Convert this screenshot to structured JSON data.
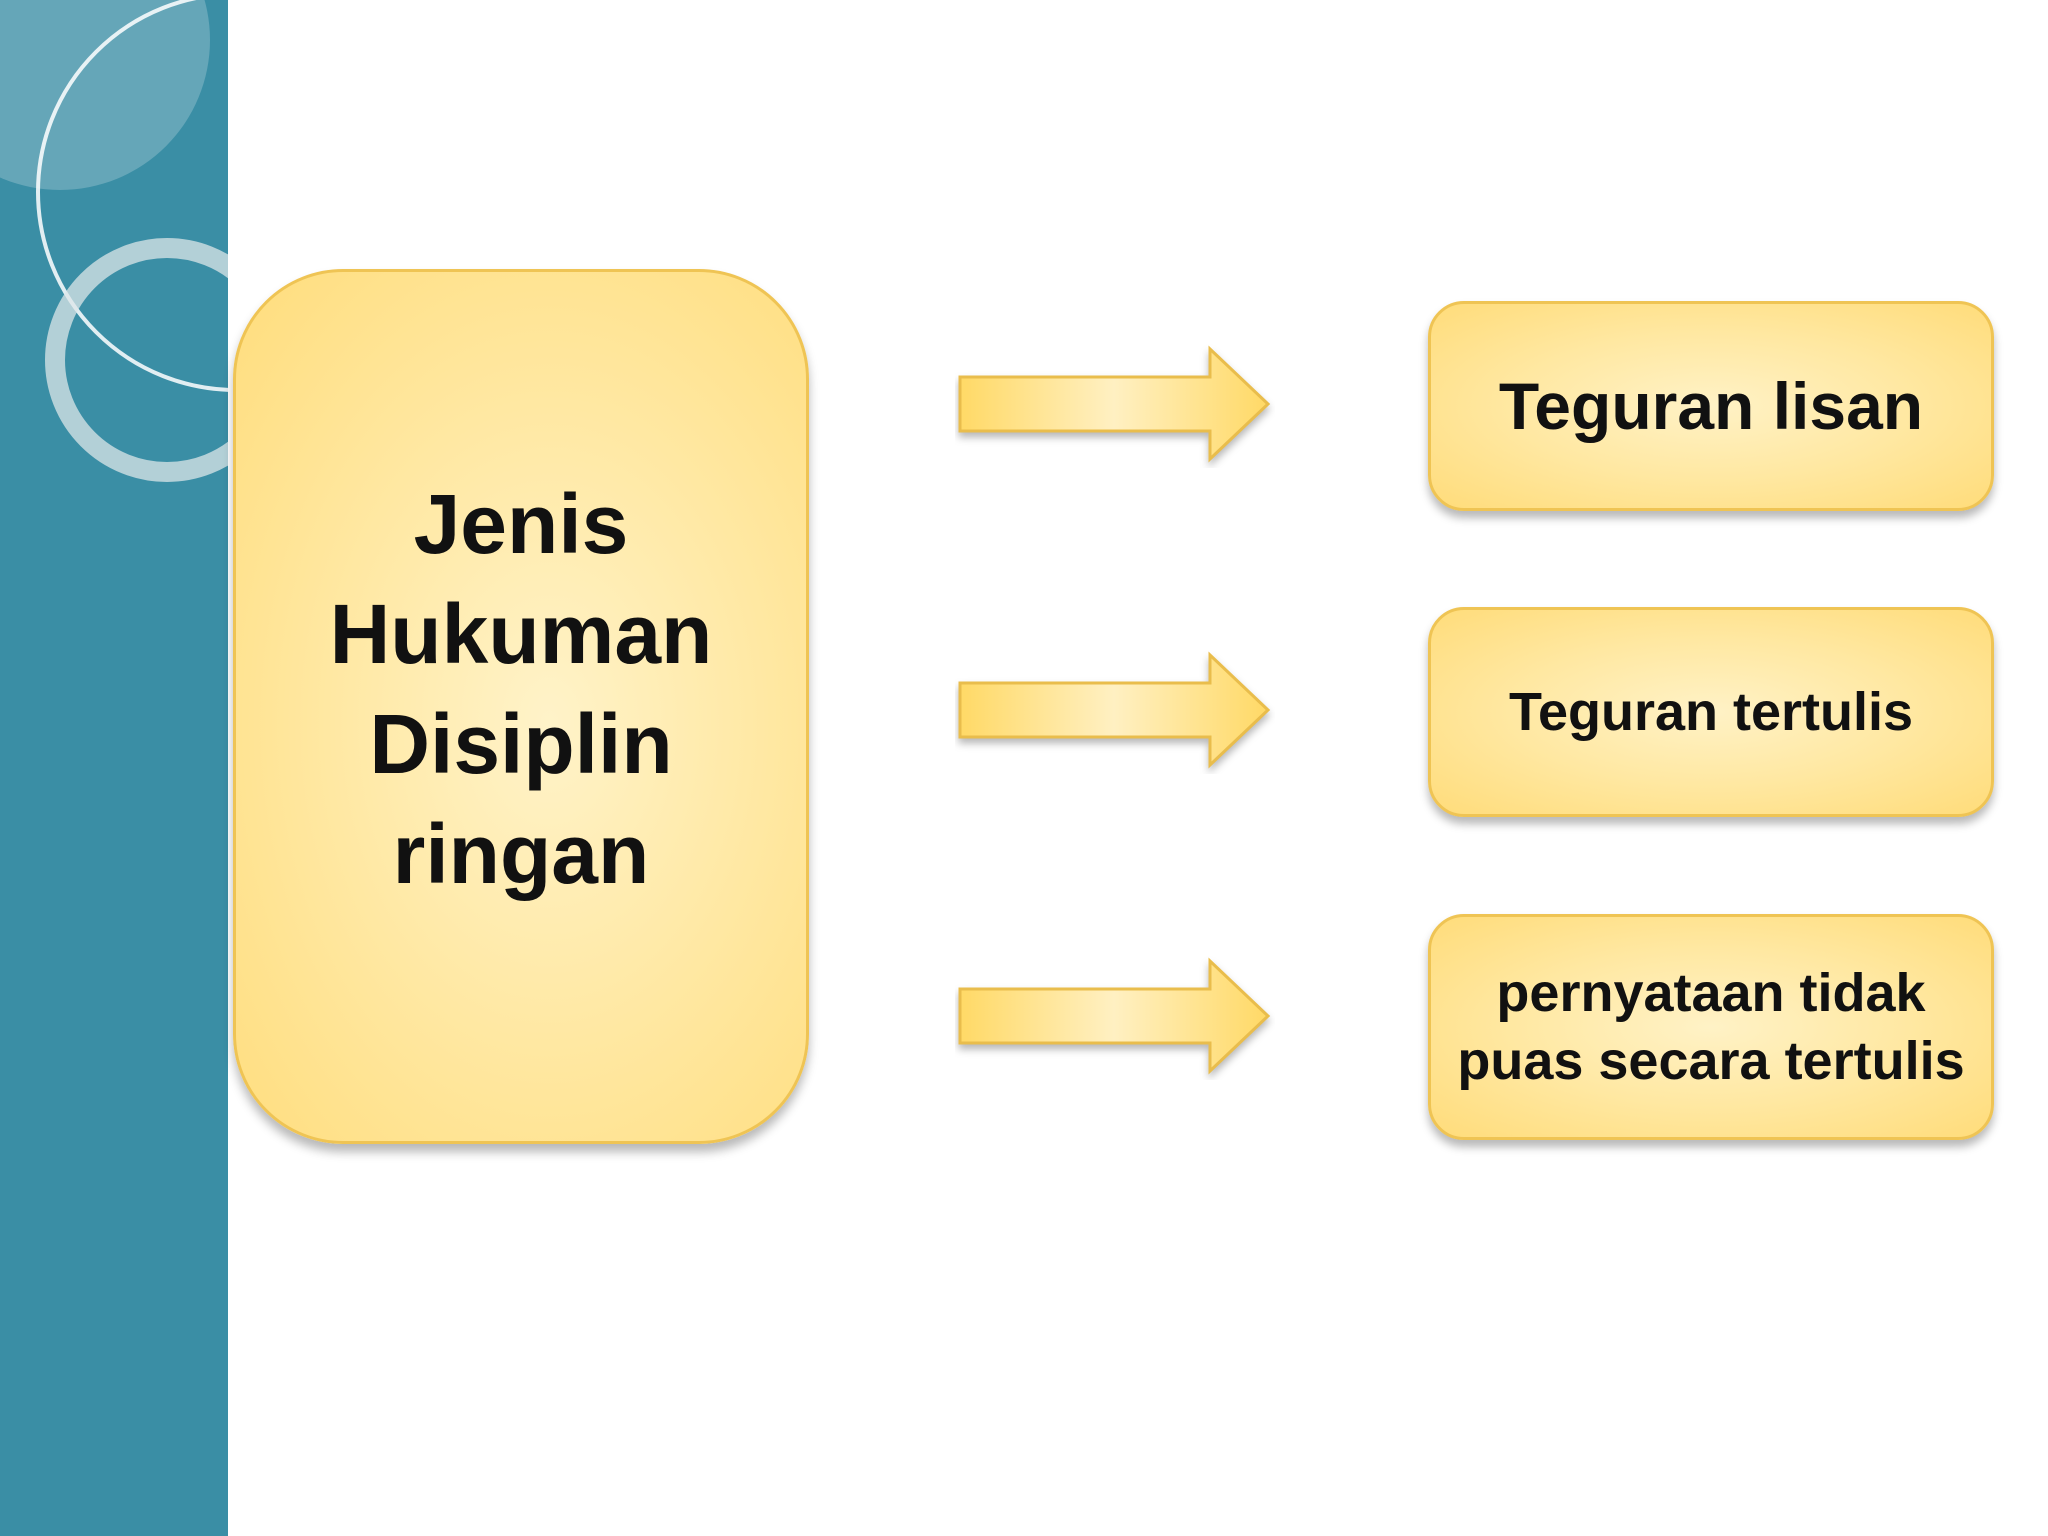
{
  "diagram": {
    "root": {
      "label": "Jenis\nHukuman\nDisiplin\nringan"
    },
    "items": [
      {
        "label": "Teguran lisan"
      },
      {
        "label": "Teguran tertulis"
      },
      {
        "label": "pernyataan tidak puas secara tertulis"
      }
    ]
  },
  "colors": {
    "sidebar": "#3a8ea5",
    "box_fill": "#ffe699",
    "box_border": "#efc454"
  }
}
